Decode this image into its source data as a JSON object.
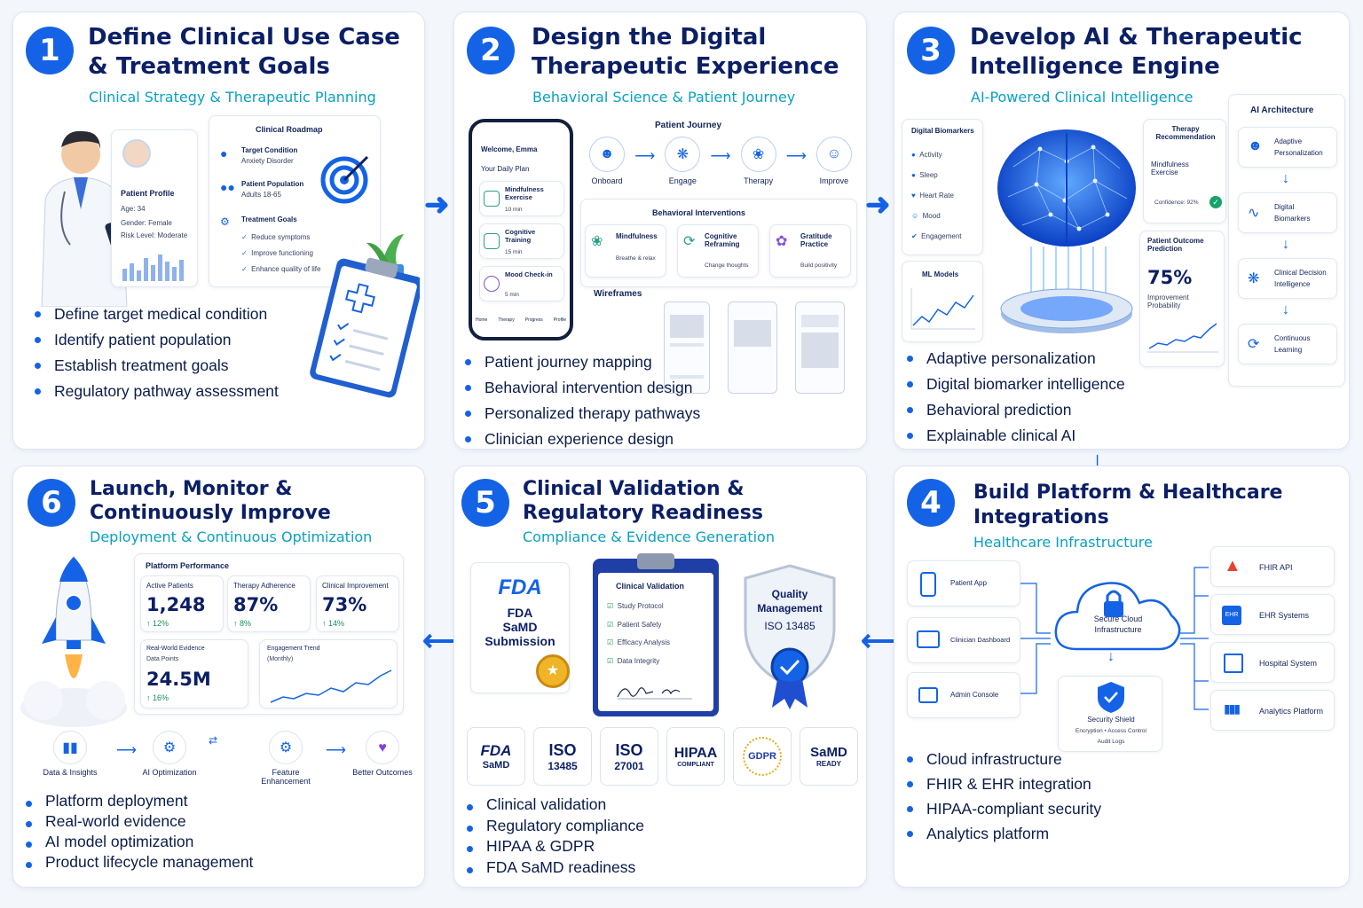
{
  "p1": {
    "num": "1",
    "title1": "Define Clinical Use Case",
    "title2": "& Treatment Goals",
    "sub": "Clinical Strategy & Therapeutic Planning",
    "profile": {
      "title": "Patient Profile",
      "age": "Age: 34",
      "gender": "Gender:   Female",
      "risk": "Risk Level:   Moderate"
    },
    "roadmap": {
      "title": "Clinical Roadmap",
      "target_t": "Target Condition",
      "target_v": "Anxiety Disorder",
      "pop_t": "Patient Population",
      "pop_v": "Adults 18-65",
      "goals_t": "Treatment Goals",
      "goals": [
        "Reduce symptoms",
        "Improve functioning",
        "Enhance quality of life"
      ]
    },
    "bullets": [
      "Define target medical condition",
      "Identify patient population",
      "Establish treatment goals",
      "Regulatory pathway assessment"
    ]
  },
  "p2": {
    "num": "2",
    "title1": "Design the Digital",
    "title2": "Therapeutic Experience",
    "sub": "Behavioral Science & Patient Journey",
    "phone": {
      "welcome": "Welcome, Emma",
      "plan": "Your Daily Plan",
      "items": [
        {
          "t": "Mindfulness Exercise",
          "d": "10 min"
        },
        {
          "t": "Cognitive Training",
          "d": "15 min"
        },
        {
          "t": "Mood Check-in",
          "d": "5 min"
        }
      ],
      "nav": [
        "Home",
        "Therapy",
        "Progress",
        "Profile"
      ]
    },
    "journey": {
      "title": "Patient Journey",
      "steps": [
        "Onboard",
        "Engage",
        "Therapy",
        "Improve"
      ]
    },
    "interventions": {
      "title": "Behavioral Interventions",
      "items": [
        {
          "t": "Mindfulness",
          "d": "Breathe & relax"
        },
        {
          "t": "Cognitive Reframing",
          "d": "Change thoughts"
        },
        {
          "t": "Gratitude Practice",
          "d": "Build positivity"
        }
      ]
    },
    "wireframes": "Wireframes",
    "bullets": [
      "Patient journey mapping",
      "Behavioral intervention design",
      "Personalized therapy pathways",
      "Clinician experience design"
    ]
  },
  "p3": {
    "num": "3",
    "title1": "Develop AI & Therapeutic",
    "title2": "Intelligence Engine",
    "sub": "AI-Powered Clinical Intelligence",
    "biomarkers": {
      "title": "Digital Biomarkers",
      "items": [
        "Activity",
        "Sleep",
        "Heart Rate",
        "Mood",
        "Engagement"
      ]
    },
    "ml": "ML Models",
    "therapy": {
      "title": "Therapy Recommendation",
      "value": "Mindfulness Exercise",
      "conf": "Confidence: 92%"
    },
    "outcome": {
      "title": "Patient Outcome Prediction",
      "value": "75%",
      "label": "Improvement Probability"
    },
    "arch": {
      "title": "AI Architecture",
      "items": [
        "Adaptive Personalization",
        "Digital Biomarkers",
        "Clinical Decision Intelligence",
        "Continuous Learning"
      ]
    },
    "bullets": [
      "Adaptive personalization",
      "Digital biomarker intelligence",
      "Behavioral prediction",
      "Explainable clinical AI"
    ]
  },
  "p4": {
    "num": "4",
    "title1": "Build Platform & Healthcare",
    "title2": "Integrations",
    "sub": "Healthcare Infrastructure",
    "left": [
      "Patient App",
      "Clinician Dashboard",
      "Admin Console"
    ],
    "cloud": "Secure Cloud Infrastructure",
    "shield": {
      "title": "Security Shield",
      "l1": "Encryption • Access Control",
      "l2": "Audit Logs"
    },
    "right": [
      "FHIR API",
      "EHR Systems",
      "Hospital System",
      "Analytics Platform"
    ],
    "ehr_tag": "EHR",
    "bullets": [
      "Cloud infrastructure",
      "FHIR & EHR integration",
      "HIPAA-compliant security",
      "Analytics platform"
    ]
  },
  "p5": {
    "num": "5",
    "title1": "Clinical Validation &",
    "title2": "Regulatory Readiness",
    "sub": "Compliance & Evidence Generation",
    "fda": {
      "logo": "FDA",
      "l1": "FDA",
      "l2": "SaMD",
      "l3": "Submission"
    },
    "clip": {
      "title": "Clinical Validation",
      "items": [
        "Study Protocol",
        "Patient Safety",
        "Efficacy Analysis",
        "Data Integrity"
      ]
    },
    "quality": {
      "l1": "Quality",
      "l2": "Management",
      "l3": "ISO 13485"
    },
    "badges": [
      {
        "a": "FDA",
        "b": "SaMD"
      },
      {
        "a": "ISO",
        "b": "13485"
      },
      {
        "a": "ISO",
        "b": "27001"
      },
      {
        "a": "HIPAA",
        "b": "COMPLIANT"
      },
      {
        "a": "GDPR",
        "b": ""
      },
      {
        "a": "SaMD",
        "b": "READY"
      }
    ],
    "bullets": [
      "Clinical validation",
      "Regulatory compliance",
      "HIPAA & GDPR",
      "FDA SaMD readiness"
    ]
  },
  "p6": {
    "num": "6",
    "title1": "Launch, Monitor &",
    "title2": "Continuously Improve",
    "sub": "Deployment & Continuous Optimization",
    "perf": {
      "title": "Platform Performance",
      "m": [
        {
          "t": "Active Patients",
          "v": "1,248",
          "d": "↑ 12%"
        },
        {
          "t": "Therapy Adherence",
          "v": "87%",
          "d": "↑ 8%"
        },
        {
          "t": "Clinical Improvement",
          "v": "73%",
          "d": "↑ 14%"
        }
      ],
      "rwe_t": "Real-World Evidence",
      "rwe_s": "Data Points",
      "rwe_v": "24.5M",
      "rwe_d": "↑ 16%",
      "trend_t": "Engagement Trend",
      "trend_s": "(Monthly)"
    },
    "cycle": [
      "Data & Insights",
      "AI Optimization",
      "Feature Enhancement",
      "Better Outcomes"
    ],
    "bullets": [
      "Platform deployment",
      "Real-world evidence",
      "AI model optimization",
      "Product lifecycle management"
    ]
  },
  "colors": {
    "accent": "#1463e6",
    "teal": "#0aa0c2",
    "navy": "#0b1f66"
  }
}
